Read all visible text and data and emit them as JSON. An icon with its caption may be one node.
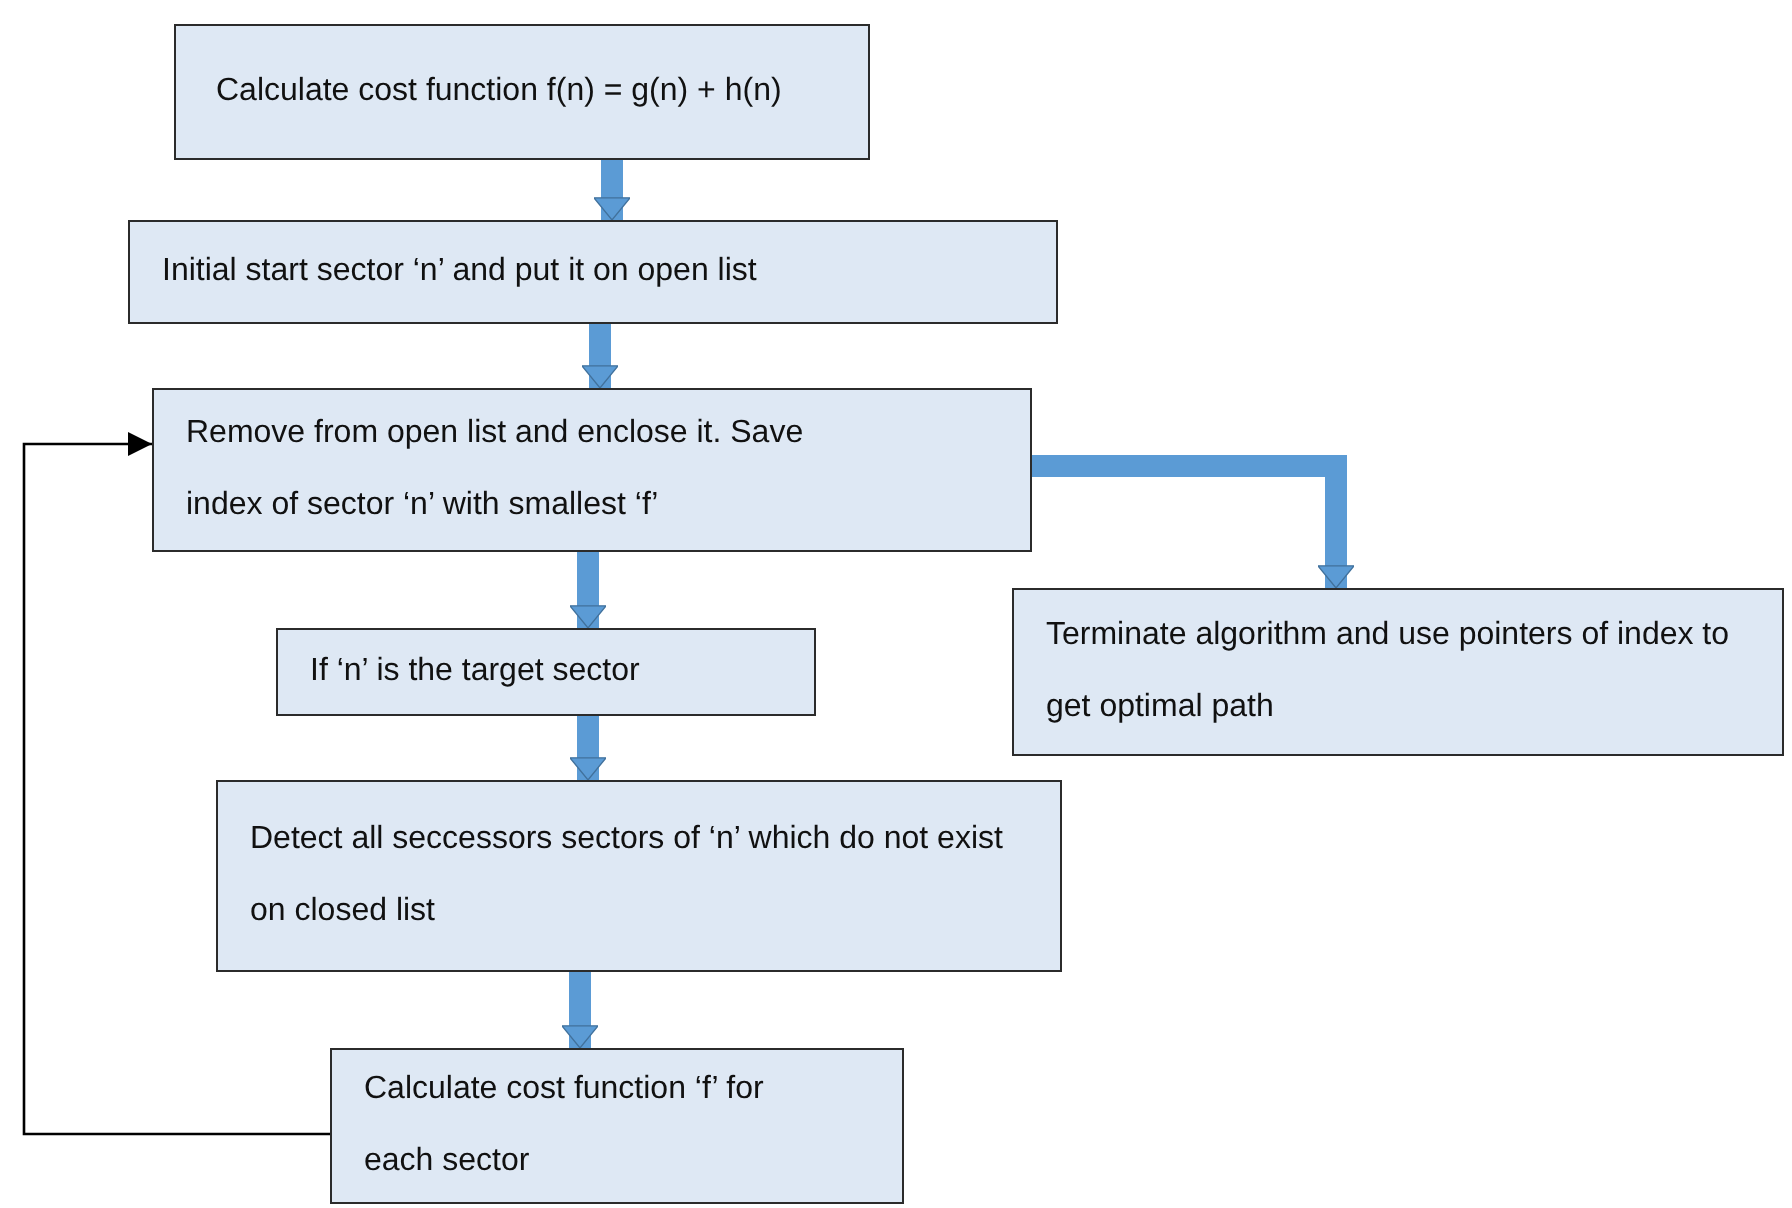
{
  "diagram": {
    "nodes": [
      {
        "text": [
          "Calculate cost function f(n) = g(n) + h(n)"
        ]
      },
      {
        "text": [
          "Initial start sector ‘n’ and put it on open list"
        ]
      },
      {
        "text": [
          "Remove from open list and enclose it. Save index of sector ‘n’ with smallest ‘f’"
        ]
      },
      {
        "text": [
          "If ‘n’ is the target sector"
        ]
      },
      {
        "text": [
          "Terminate algorithm and use pointers of index to get optimal path"
        ]
      },
      {
        "text": [
          "Detect all seccessors sectors of ‘n’ which do not exist on closed list"
        ]
      },
      {
        "text": [
          "Calculate cost function ‘f’ for each sector"
        ]
      }
    ],
    "edges": [
      {
        "from": 0,
        "to": 1,
        "arrow": "to"
      },
      {
        "from": 1,
        "to": 2,
        "arrow": "to"
      },
      {
        "from": 2,
        "to": 3,
        "arrow": "to"
      },
      {
        "from": 2,
        "to": 4,
        "arrow": "to"
      },
      {
        "from": 3,
        "to": 5,
        "arrow": "to"
      },
      {
        "from": 5,
        "to": 6,
        "arrow": "to"
      },
      {
        "from": 6,
        "to": 2,
        "arrow": "to",
        "color": "#000000"
      }
    ]
  }
}
